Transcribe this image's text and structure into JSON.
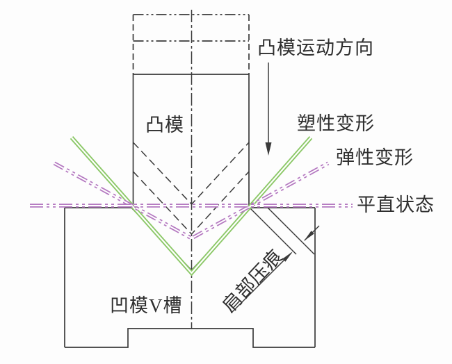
{
  "diagram": {
    "type": "engineering-bending-diagram",
    "labels": {
      "punch_direction": "凸模运动方向",
      "punch": "凸模",
      "plastic_deformation": "塑性变形",
      "elastic_deformation": "弹性变形",
      "flat_state": "平直状态",
      "die_v_groove": "凹模V槽",
      "shoulder_indentation": "肩部压痕"
    },
    "legend": {
      "green_line_meaning": "塑性变形",
      "purple_v_line_meaning": "弹性变形",
      "purple_horizontal_line_meaning": "平直状态"
    }
  },
  "colors": {
    "plastic_line": "#8cc868",
    "elastic_line": "#b478c0",
    "drawing_line": "#3a3a3a",
    "background": "#fdfdfd"
  }
}
